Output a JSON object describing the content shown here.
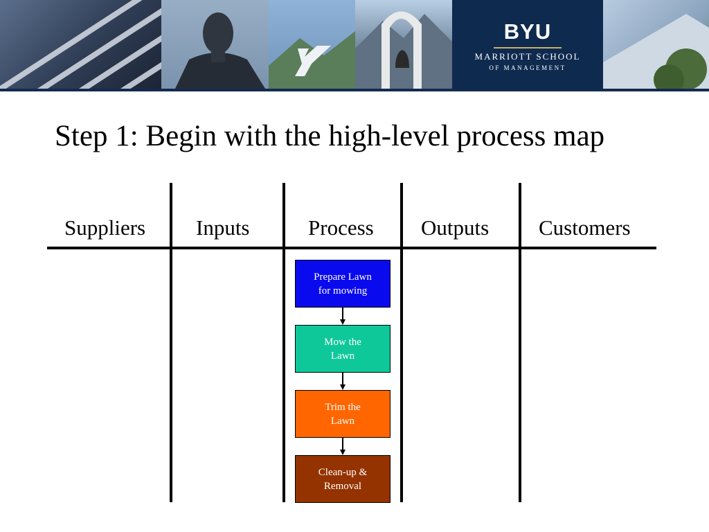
{
  "banner": {
    "logo": {
      "name": "BYU",
      "line1": "MARRIOTT SCHOOL",
      "line2": "OF MANAGEMENT"
    },
    "colors": {
      "navy": "#0f2a4f",
      "gold_rule": "#c9b16a"
    }
  },
  "title": "Step 1: Begin with the high-level process map",
  "columns": {
    "suppliers": "Suppliers",
    "inputs": "Inputs",
    "process": "Process",
    "outputs": "Outputs",
    "customers": "Customers"
  },
  "process_steps": [
    {
      "label": "Prepare Lawn\nfor mowing",
      "color": "#0a0aee"
    },
    {
      "label": "Mow the\nLawn",
      "color": "#0fc89a"
    },
    {
      "label": "Trim the\nLawn",
      "color": "#ff6600"
    },
    {
      "label": "Clean-up &\nRemoval",
      "color": "#943300"
    }
  ]
}
